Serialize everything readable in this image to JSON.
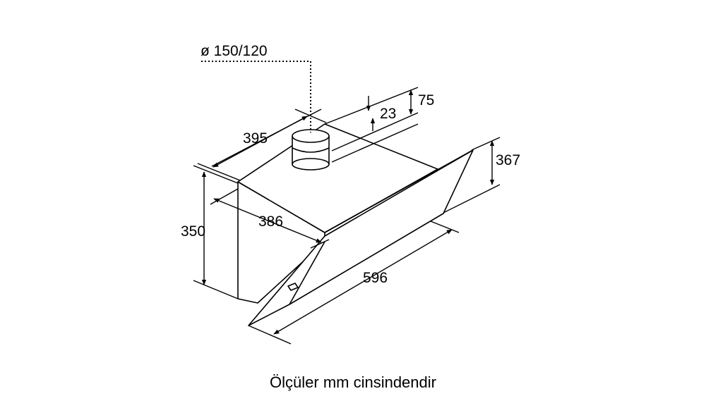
{
  "dimensions": {
    "duct_diameter": "ø 150/120",
    "top_offset": "75",
    "collar_height": "23",
    "canopy_height": "367",
    "depth_top": "395",
    "depth_body": "386",
    "height_total": "350",
    "width": "596"
  },
  "caption": "Ölçüler mm cinsindendir"
}
